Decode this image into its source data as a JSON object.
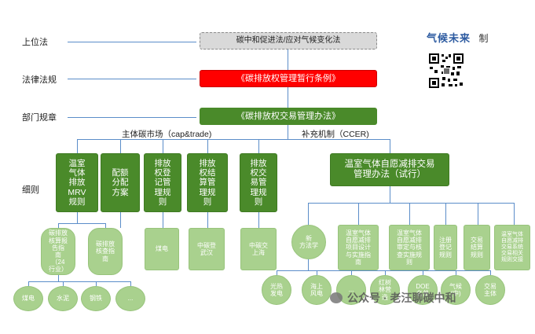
{
  "levels": {
    "upper_law": "上位法",
    "laws_regs": "法律法规",
    "dept_rules": "部门规章",
    "details": "细则"
  },
  "top": {
    "law": "碳中和促进法/应对气候变化法",
    "regulation": "《碳排放权管理暂行条例》",
    "dept_rule": "《碳排放权交易管理办法》"
  },
  "sections": {
    "main_market": "主体碳市场（cap&trade)",
    "supplement": "补充机制（CCER)"
  },
  "main_boxes": [
    {
      "label": "温室\n气体\n排放\nMRV\n规则"
    },
    {
      "label": "配额\n分配\n方案"
    },
    {
      "label": "排放\n权登\n记管\n理规\n则"
    },
    {
      "label": "排放\n权结\n算管\n理规\n则"
    },
    {
      "label": "排放\n权交\n易管\n理规\n则"
    }
  ],
  "ccer_box": "温室气体自愿减排交易\n管理办法（试行）",
  "sub_boxes_main": [
    {
      "label": "碳排放\n核算报\n告指\n南\n（24\n行业）"
    },
    {
      "label": "碳排放\n核查指\n南"
    },
    {
      "label": "煤电"
    },
    {
      "label": "中碳登\n武汉"
    },
    {
      "label": "中碳交\n上海"
    }
  ],
  "sub_boxes_ccer": [
    {
      "label": "新\n方法学"
    },
    {
      "label": "温室气体\n自愿减排\n项目设计\n与实施指\n南"
    },
    {
      "label": "温室气体\n自愿减排\n审定与核\n查实施规\n则"
    },
    {
      "label": "注册\n登记\n规则"
    },
    {
      "label": "交易\n结算\n规则"
    },
    {
      "label": "温室气体\n自愿减排\n交易系统\n交易相关\n规则交接"
    }
  ],
  "industries": [
    "煤电",
    "水泥",
    "钢铁",
    "..."
  ],
  "methodologies": [
    "光热\n发电",
    "海上\n风电",
    "...",
    "红树\n林营\n造",
    "DOE\n名单",
    "气候\n(中)",
    "交易\n主体"
  ],
  "brand": {
    "name": "气候未来",
    "suffix": "制",
    "watermark": "公众号 · 老汪聊碳中和"
  }
}
